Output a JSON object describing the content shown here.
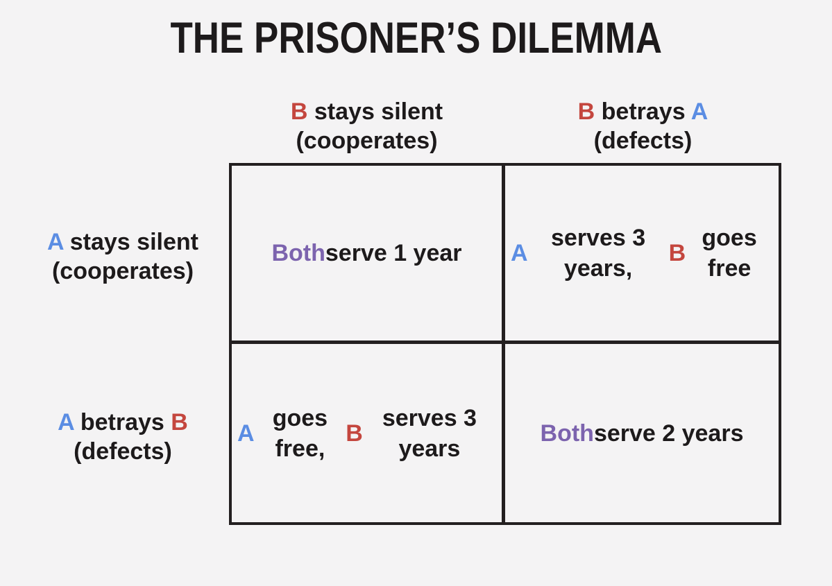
{
  "colors": {
    "red": "#C4463E",
    "blue": "#5B8DE3",
    "purple": "#7C63AE",
    "black": "#1D1A1B",
    "grid_line": "#231F20",
    "background": "#F4F3F4"
  },
  "title": "THE PRISONER’S DILEMMA",
  "matrix": {
    "col_headers": [
      {
        "plain_text": "B stays silent (cooperates)",
        "lines": [
          [
            {
              "t": "B",
              "c": "red"
            },
            {
              "t": " stays silent",
              "c": "black"
            }
          ],
          [
            {
              "t": "(cooperates)",
              "c": "black"
            }
          ]
        ]
      },
      {
        "plain_text": "B betrays A (defects)",
        "lines": [
          [
            {
              "t": "B",
              "c": "red"
            },
            {
              "t": " betrays ",
              "c": "black"
            },
            {
              "t": "A",
              "c": "blue"
            }
          ],
          [
            {
              "t": "(defects)",
              "c": "black"
            }
          ]
        ]
      }
    ],
    "row_headers": [
      {
        "plain_text": "A stays silent (cooperates)",
        "lines": [
          [
            {
              "t": "A",
              "c": "blue"
            },
            {
              "t": " stays silent",
              "c": "black"
            }
          ],
          [
            {
              "t": "(cooperates)",
              "c": "black"
            }
          ]
        ]
      },
      {
        "plain_text": "A betrays B (defects)",
        "lines": [
          [
            {
              "t": "A",
              "c": "blue"
            },
            {
              "t": " betrays ",
              "c": "black"
            },
            {
              "t": "B",
              "c": "red"
            }
          ],
          [
            {
              "t": "(defects)",
              "c": "black"
            }
          ]
        ]
      }
    ],
    "cells": [
      [
        {
          "plain_text": "Both serve 1 year",
          "lines": [
            [
              {
                "t": "Both",
                "c": "purple"
              },
              {
                "t": " serve 1 year",
                "c": "black"
              }
            ]
          ]
        },
        {
          "plain_text": "A serves 3 years, B goes free",
          "lines": [
            [
              {
                "t": "A",
                "c": "blue"
              },
              {
                "t": " serves 3 years,",
                "c": "black"
              }
            ],
            [
              {
                "t": "B",
                "c": "red"
              },
              {
                "t": " goes free",
                "c": "black"
              }
            ]
          ]
        }
      ],
      [
        {
          "plain_text": "A goes free, B serves 3 years",
          "lines": [
            [
              {
                "t": "A",
                "c": "blue"
              },
              {
                "t": " goes free,",
                "c": "black"
              }
            ],
            [
              {
                "t": "B",
                "c": "red"
              },
              {
                "t": " serves 3 years",
                "c": "black"
              }
            ]
          ]
        },
        {
          "plain_text": "Both serve 2 years",
          "lines": [
            [
              {
                "t": "Both",
                "c": "purple"
              },
              {
                "t": " serve 2 years",
                "c": "black"
              }
            ]
          ]
        }
      ]
    ]
  }
}
